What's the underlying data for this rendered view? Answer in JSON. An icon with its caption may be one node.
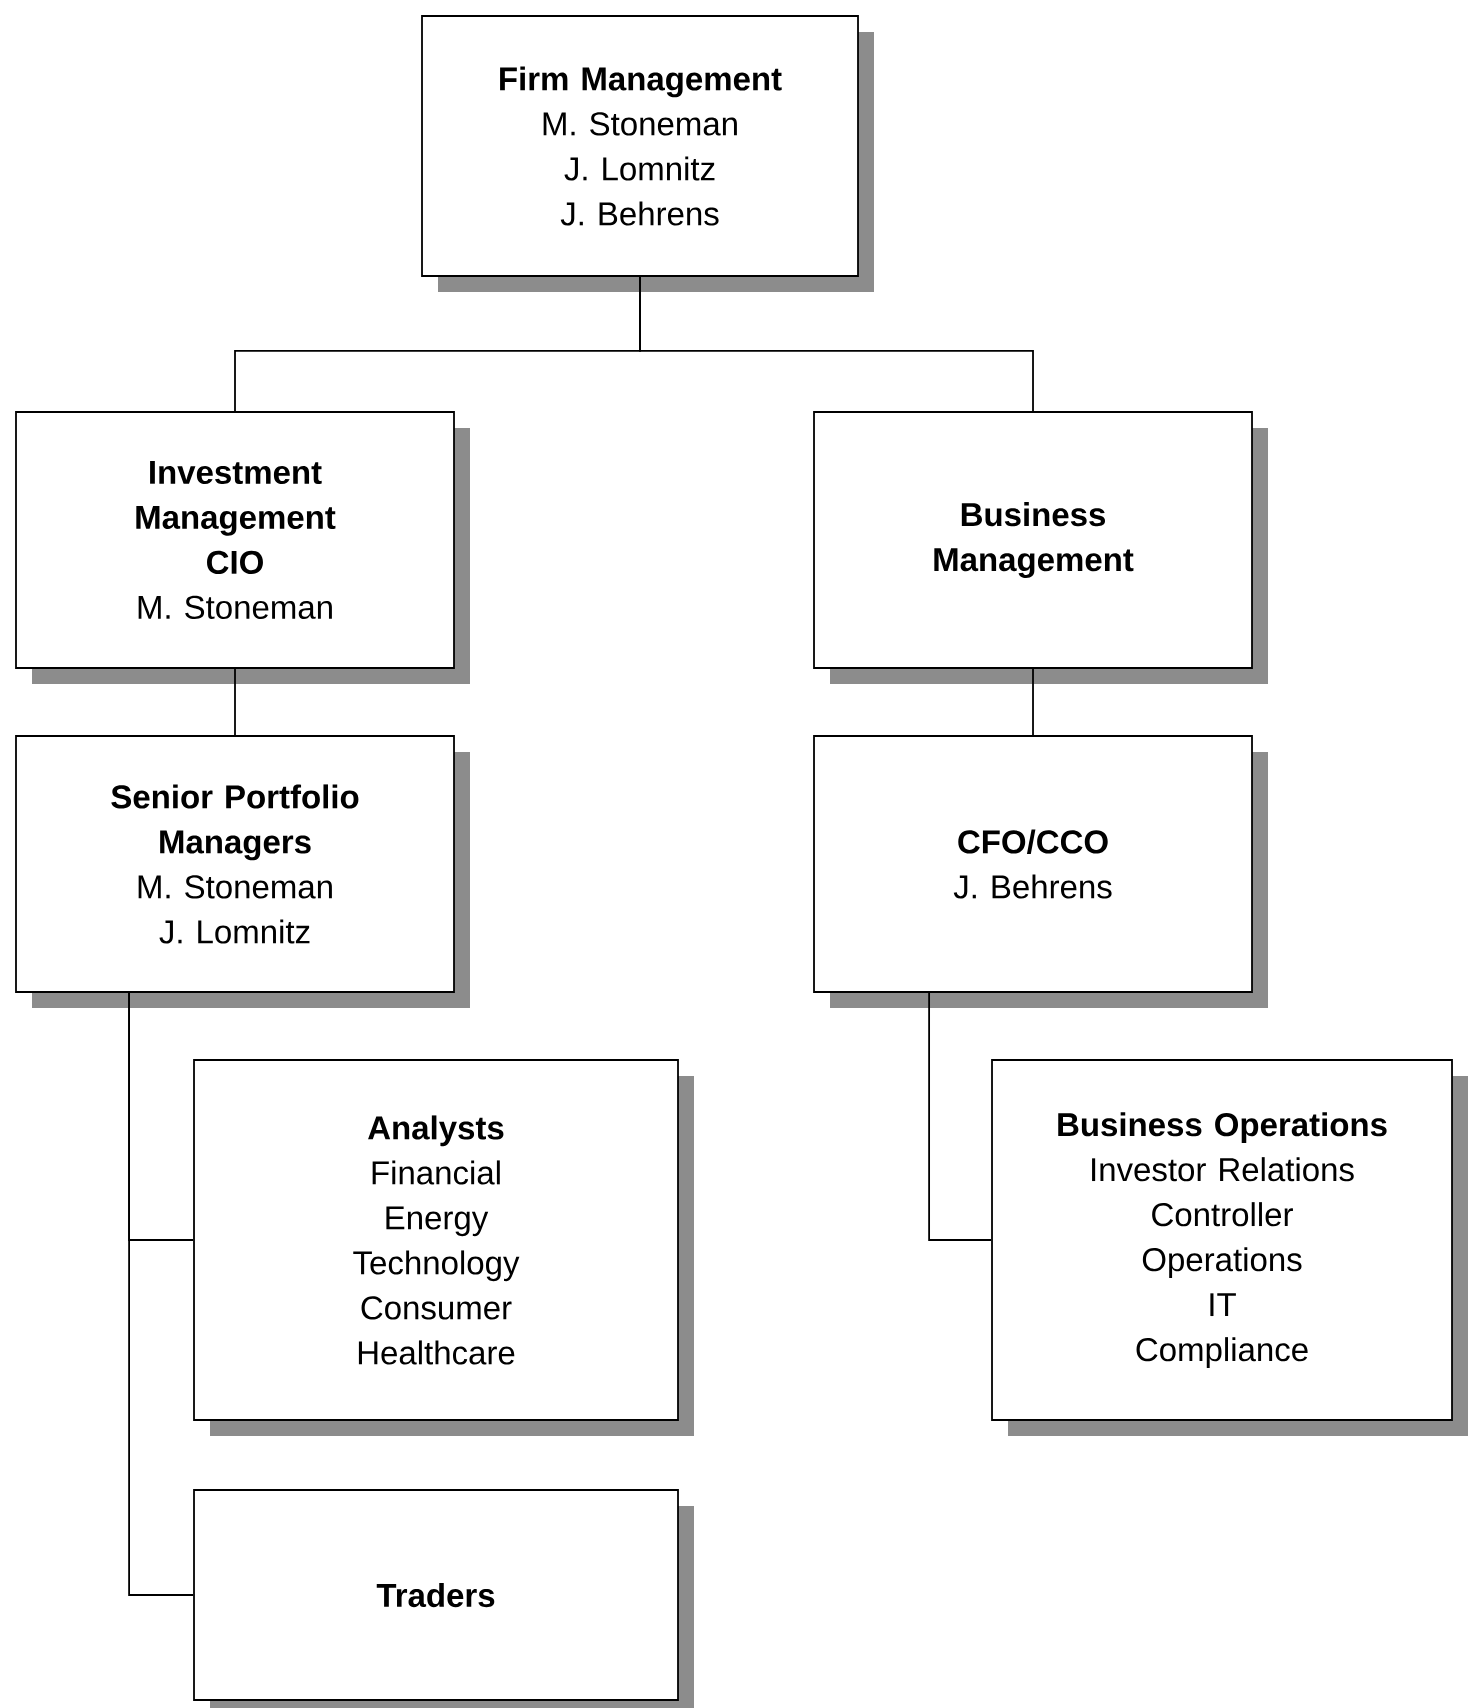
{
  "diagram": {
    "nodes": [
      {
        "text": [
          "Firm Management",
          "M. Stoneman",
          "J. Lomnitz",
          "J. Behrens"
        ]
      },
      {
        "text": [
          "Investment Management",
          "CIO",
          "M. Stoneman"
        ]
      },
      {
        "text": [
          "Business Management"
        ]
      },
      {
        "text": [
          "Senior Portfolio Managers",
          "M. Stoneman",
          "J. Lomnitz"
        ]
      },
      {
        "text": [
          "CFO/CCO",
          "J. Behrens"
        ]
      },
      {
        "text": [
          "Analysts",
          "Financial",
          "Energy",
          "Technology",
          "Consumer",
          "Healthcare"
        ]
      },
      {
        "text": [
          "Business Operations",
          "Investor Relations",
          "Controller",
          "Operations",
          "IT",
          "Compliance"
        ]
      },
      {
        "text": [
          "Traders"
        ]
      }
    ],
    "edges": [
      {
        "from": 0,
        "to": 1,
        "arrow": "none"
      },
      {
        "from": 0,
        "to": 2,
        "arrow": "none"
      },
      {
        "from": 1,
        "to": 3,
        "arrow": "none"
      },
      {
        "from": 2,
        "to": 4,
        "arrow": "none"
      },
      {
        "from": 3,
        "to": 5,
        "arrow": "none"
      },
      {
        "from": 3,
        "to": 7,
        "arrow": "none"
      },
      {
        "from": 4,
        "to": 6,
        "arrow": "none"
      }
    ]
  }
}
